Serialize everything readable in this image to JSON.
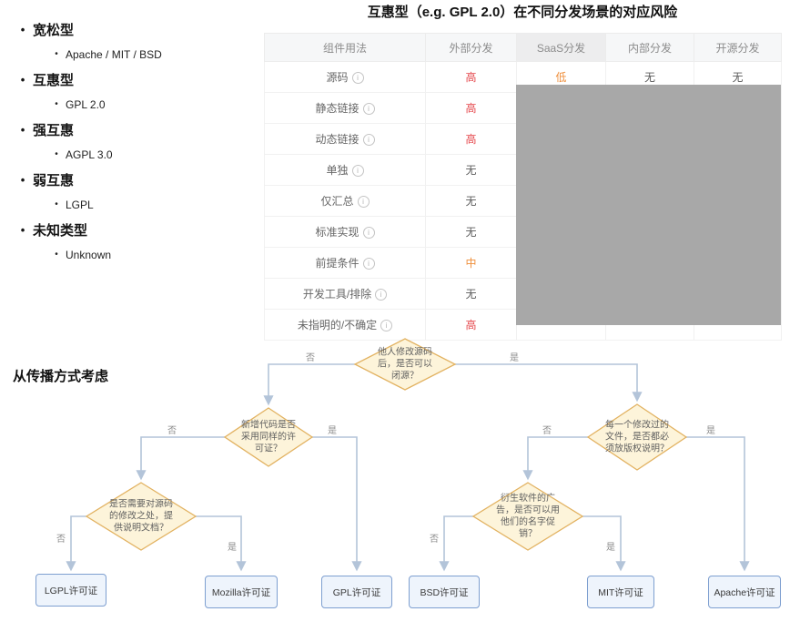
{
  "colors": {
    "risk_high": "#e5484d",
    "risk_medium": "#ef8f3c",
    "risk_low": "#ef8f3c",
    "risk_none": "#595959",
    "mask_gray": "#a8a8a8",
    "diamond_fill": "#fdf4da",
    "diamond_border": "#e2b261",
    "result_fill": "#eef4fc",
    "result_border": "#7e9fd0",
    "arrow": "#b3c4d9"
  },
  "license_list": {
    "items": [
      {
        "label": "宽松型",
        "sub": "Apache / MIT / BSD"
      },
      {
        "label": "互惠型",
        "sub": "GPL 2.0"
      },
      {
        "label": "强互惠",
        "sub": "AGPL 3.0"
      },
      {
        "label": "弱互惠",
        "sub": "LGPL"
      },
      {
        "label": "未知类型",
        "sub": "Unknown"
      }
    ]
  },
  "risk_table": {
    "title": "互惠型（e.g. GPL 2.0）在不同分发场景的对应风险",
    "columns": [
      "组件用法",
      "外部分发",
      "SaaS分发",
      "内部分发",
      "开源分发"
    ],
    "info_icon_glyph": "i",
    "rows": [
      {
        "usage": "源码",
        "external": "高",
        "saas": "低",
        "internal": "无",
        "open_source": "无"
      },
      {
        "usage": "静态链接",
        "external": "高"
      },
      {
        "usage": "动态链接",
        "external": "高"
      },
      {
        "usage": "单独",
        "external": "无"
      },
      {
        "usage": "仅汇总",
        "external": "无"
      },
      {
        "usage": "标准实现",
        "external": "无"
      },
      {
        "usage": "前提条件",
        "external": "中"
      },
      {
        "usage": "开发工具/排除",
        "external": "无"
      },
      {
        "usage": "未指明的/不确定",
        "external": "高"
      }
    ],
    "risk_colors": {
      "高": "#e5484d",
      "中": "#ef8f3c",
      "低": "#ef8f3c",
      "无": "#595959"
    }
  },
  "flowchart": {
    "title": "从传播方式考虑",
    "labels": {
      "yes": "是",
      "no": "否"
    },
    "decisions": [
      "他人修改源码后，是否可以闭源？",
      "新增代码是否采用同样的许可证？",
      "是否需要对源码的修改之处，提供说明文档？",
      "每一个修改过的文件，是否都必须放版权说明？",
      "衍生软件的广告，是否可以用他们的名字促销？"
    ],
    "results": [
      "LGPL许可证",
      "Mozilla许可证",
      "GPL许可证",
      "BSD许可证",
      "MIT许可证",
      "Apache许可证"
    ]
  }
}
